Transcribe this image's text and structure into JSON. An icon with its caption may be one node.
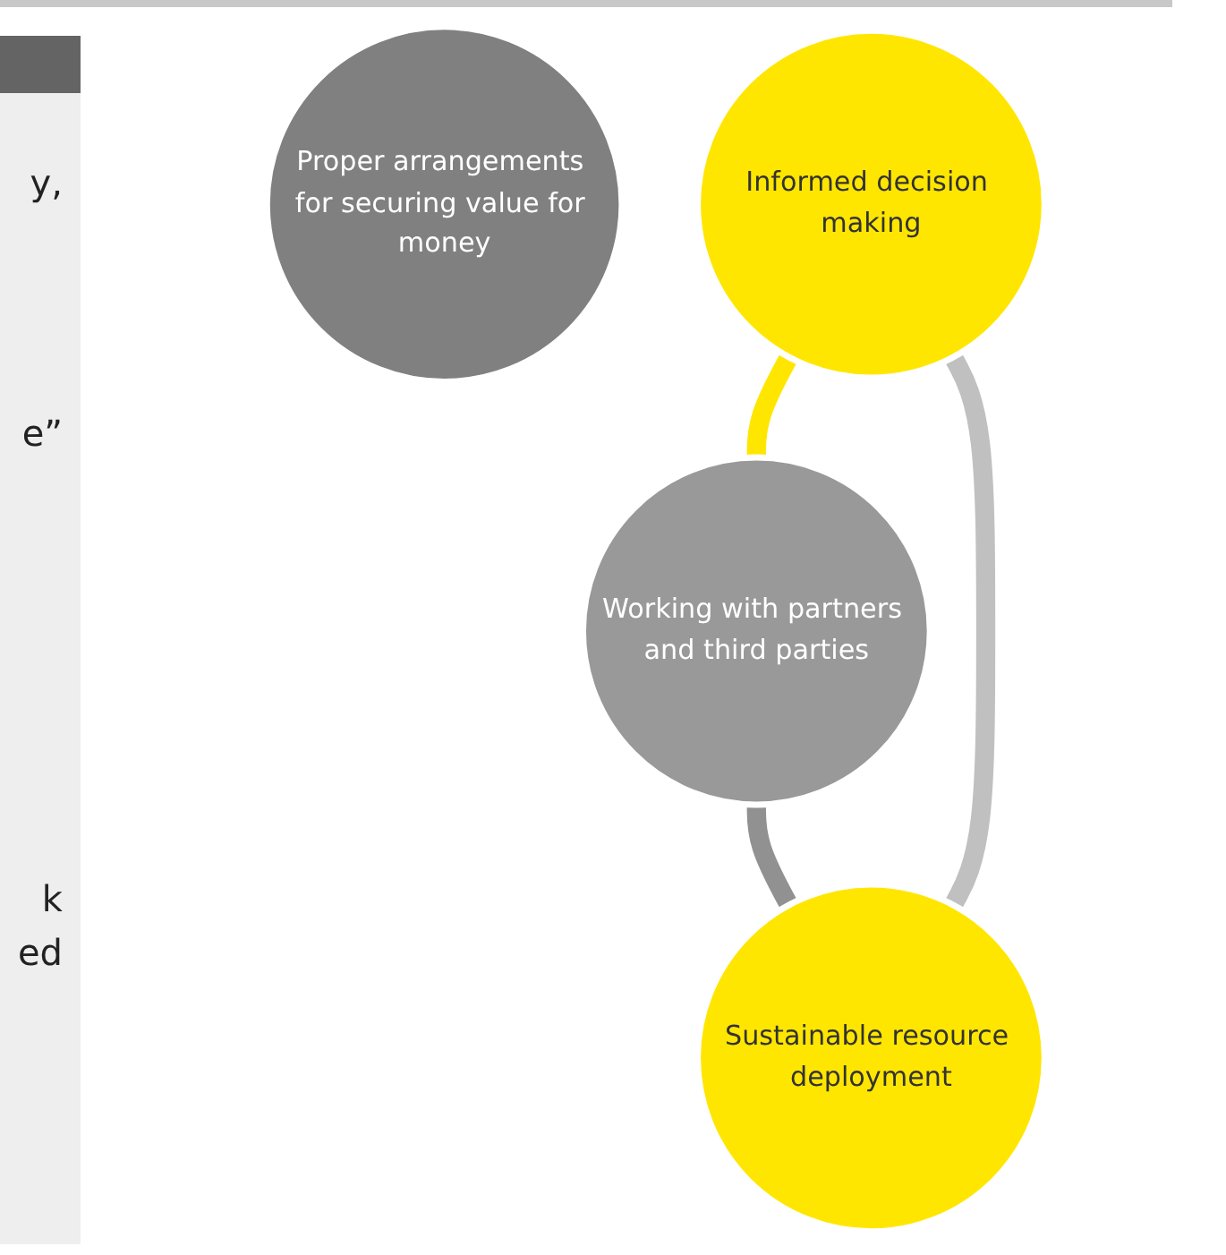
{
  "diagram": {
    "nodes": [
      {
        "text": [
          "Proper arrangements for securing value for money"
        ]
      },
      {
        "text": [
          "Informed decision making"
        ]
      },
      {
        "text": [
          "Working with partners and third parties"
        ]
      },
      {
        "text": [
          "Sustainable resource deployment"
        ]
      }
    ],
    "edges": [
      {
        "from": 1,
        "to": 2,
        "arrow": "none",
        "color": "#ffe600"
      },
      {
        "from": 2,
        "to": 3,
        "arrow": "none",
        "color": "#919191"
      },
      {
        "from": 3,
        "to": 1,
        "arrow": "none",
        "color": "#c0c0c0"
      }
    ],
    "labels": [
      "y,",
      "e”",
      "k",
      "ed"
    ]
  }
}
